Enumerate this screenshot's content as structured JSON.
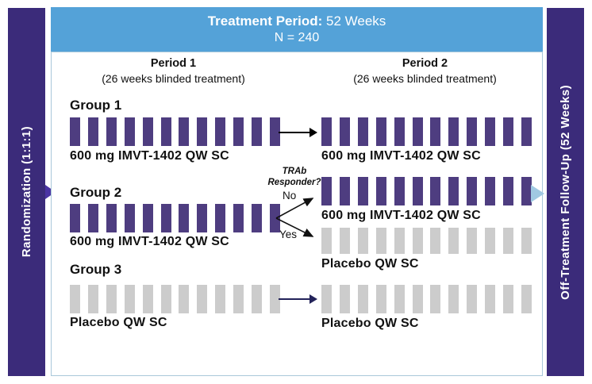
{
  "banner": {
    "title_label": "Treatment Period:",
    "title_value": " 52 Weeks",
    "subtitle": "N = 240"
  },
  "sidebars": {
    "left": "Randomization (1:1:1)",
    "right": "Off-Treatment Follow-Up (52 Weeks)"
  },
  "periods": {
    "p1_title": "Period 1",
    "p1_subtitle": "(26 weeks blinded treatment)",
    "p2_title": "Period 2",
    "p2_subtitle": "(26 weeks blinded treatment)"
  },
  "groups": {
    "g1": {
      "name": "Group 1",
      "p1_label": "600 mg IMVT-1402 QW SC",
      "p2_label": "600 mg IMVT-1402 QW SC"
    },
    "g2": {
      "name": "Group 2",
      "p1_label": "600 mg IMVT-1402 QW SC",
      "p2_no_label": "600 mg IMVT-1402 QW SC",
      "p2_yes_label": "Placebo QW SC"
    },
    "g3": {
      "name": "Group 3",
      "p1_label": "Placebo QW SC",
      "p2_label": "Placebo QW SC"
    }
  },
  "decision": {
    "question": "TRAb Responder?",
    "no_label": "No",
    "yes_label": "Yes"
  },
  "layout_hints": {
    "bars_per_strip": 12
  },
  "colors": {
    "banner_bg": "#54a2d8",
    "sidebar_bg": "#3b2b7a",
    "drug_bar": "#4e3d80",
    "placebo_bar": "#cccccc",
    "panel_border": "#a9c8da",
    "left_arrow": "#4b34a3",
    "right_arrow": "#a0c9e2",
    "group3_arrow": "#23235a"
  }
}
